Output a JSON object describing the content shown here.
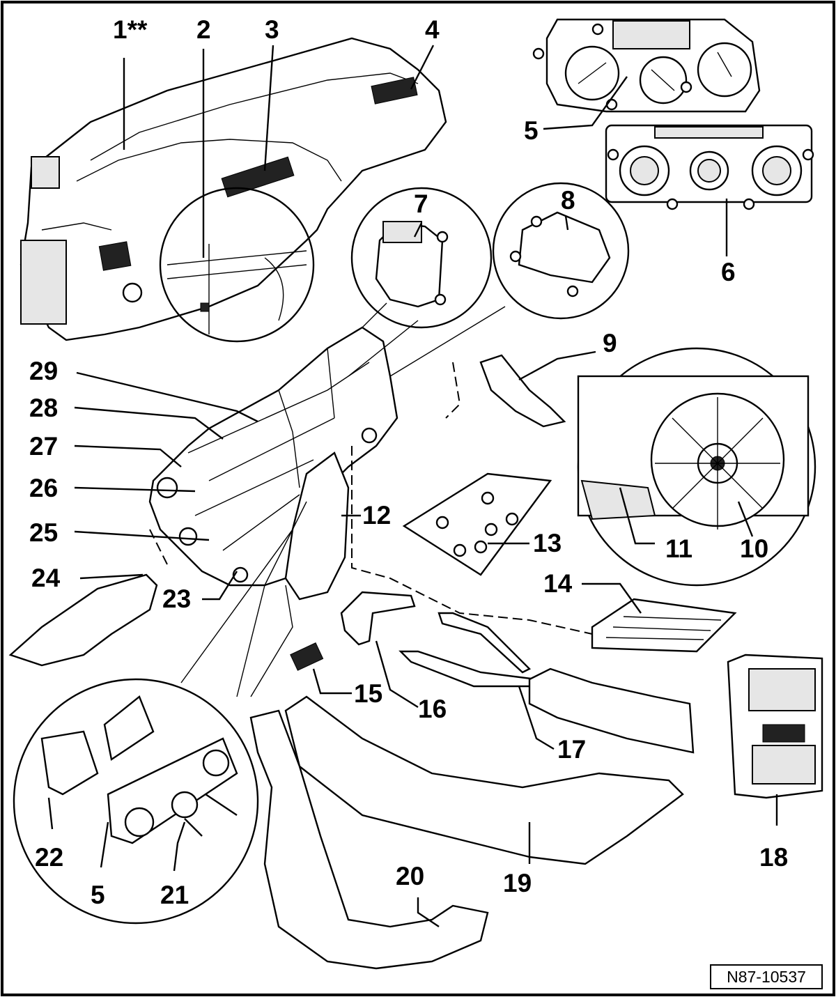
{
  "callouts": {
    "c1": "1**",
    "c2": "2",
    "c3": "3",
    "c4": "4",
    "c5a": "5",
    "c5b": "5",
    "c6": "6",
    "c7": "7",
    "c8": "8",
    "c9": "9",
    "c10": "10",
    "c11": "11",
    "c12": "12",
    "c13": "13",
    "c14": "14",
    "c15": "15",
    "c16": "16",
    "c17": "17",
    "c18": "18",
    "c19": "19",
    "c20": "20",
    "c21": "21",
    "c22": "22",
    "c23": "23",
    "c24": "24",
    "c25": "25",
    "c26": "26",
    "c27": "27",
    "c28": "28",
    "c29": "29"
  },
  "reference_code": "N87-10537"
}
